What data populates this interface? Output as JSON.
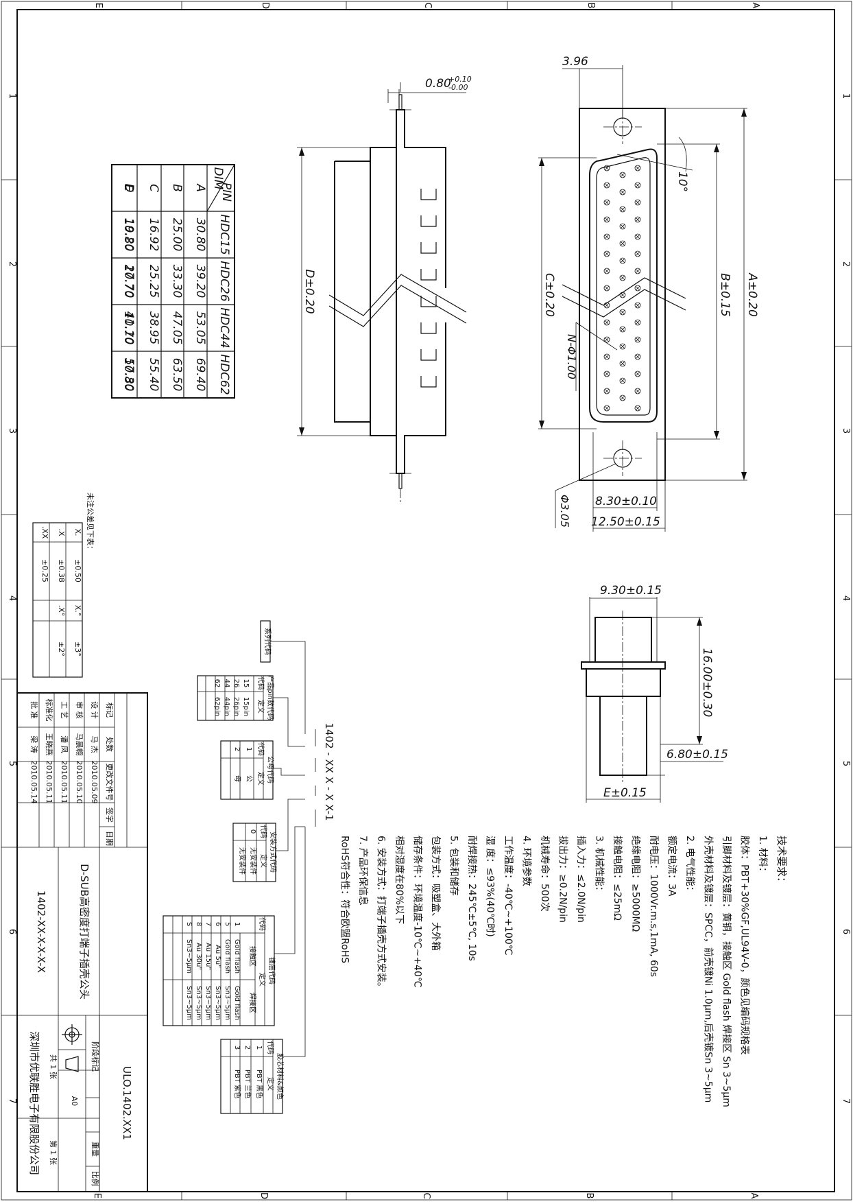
{
  "frame": {
    "zone_letters_top": [
      "E",
      "D",
      "C",
      "B",
      "A"
    ],
    "zone_letters_bottom": [
      "E",
      "D",
      "C",
      "B",
      "A"
    ],
    "zone_numbers": [
      "1",
      "2",
      "3",
      "4",
      "5",
      "6",
      "7"
    ]
  },
  "dim_table": {
    "corner_top": "PIN",
    "corner_bottom": "DIM",
    "headers": [
      "HDC15",
      "HDC26",
      "HDC44",
      "HDC62"
    ],
    "rows": [
      {
        "dim": "A",
        "values": [
          "30.80",
          "39.20",
          "53.05",
          "69.40"
        ]
      },
      {
        "dim": "B",
        "values": [
          "25.00",
          "33.30",
          "47.05",
          "63.50"
        ]
      },
      {
        "dim": "C",
        "values": [
          "16.92",
          "25.25",
          "38.95",
          "55.40"
        ]
      },
      {
        "dim": "D",
        "values": [
          "19.20",
          "27.70",
          "41.10",
          "57.30"
        ]
      },
      {
        "dim": "E",
        "values": [
          "10.80",
          "10.70",
          "10.70",
          "10.80"
        ]
      }
    ]
  },
  "dimensions": {
    "shell_thickness": "0.80",
    "shell_tol_plus": "+0.10",
    "shell_tol_minus": "-0.00",
    "d": "D±0.20",
    "c": "C±0.20",
    "b": "B±0.15",
    "a": "A±0.20",
    "pitch": "3.96",
    "angle": "10°",
    "pin_hole": "N-Φ1.00",
    "mount_hole": "Φ3.05",
    "center_8_30": "8.30±0.10",
    "width_12_50": "12.50±0.15",
    "side_9_30": "9.30±0.15",
    "side_16_00": "16.00±0.30",
    "side_6_80": "6.80±0.15",
    "side_e": "E±0.15"
  },
  "tolerance_table": {
    "title": "未注公差见下表：",
    "rows": [
      [
        "X.",
        "±0.50",
        "X.°",
        "±3°"
      ],
      [
        ".X",
        "±0.38",
        ".X°",
        "±2°"
      ],
      [
        ".XX",
        "±0.25",
        "",
        ""
      ]
    ]
  },
  "part_number": {
    "series_label": "系列代码",
    "code_prefix": "1402",
    "segments": [
      "XX",
      "X",
      "X",
      "X",
      "1"
    ],
    "full": "1402 - XX X - X X-1"
  },
  "pin_table": {
    "title": "产品pin数代码",
    "headers": [
      "代码",
      "定义"
    ],
    "rows": [
      [
        "15",
        "15pin"
      ],
      [
        "26",
        "26pin"
      ],
      [
        "44",
        "44pin"
      ],
      [
        "62",
        "62pin"
      ]
    ]
  },
  "gender_table": {
    "title": "公母代码",
    "headers": [
      "代码",
      "定义"
    ],
    "rows": [
      [
        "1",
        "公"
      ],
      [
        "2",
        "母"
      ]
    ]
  },
  "mount_table": {
    "title": "安装方式代码",
    "headers": [
      "代码",
      "定义"
    ],
    "rows": [
      [
        "0",
        "无安装件"
      ]
    ]
  },
  "plating_table": {
    "title": "镀层代码",
    "headers": [
      "代码",
      "定义"
    ],
    "subheaders": [
      "接触区",
      "焊接区"
    ],
    "rows": [
      [
        "1",
        "Gold flash",
        "Gold flash"
      ],
      [
        "5",
        "Gold flash",
        "Sn3~5μm"
      ],
      [
        "6",
        "Au 5u\"",
        "Sn3~5μm"
      ],
      [
        "7",
        "Au 15u\"",
        "Sn3~5μm"
      ],
      [
        "8",
        "Au 30u\"",
        "Sn3~5μm"
      ],
      [
        "S",
        "Sn3~5μm",
        "Sn3~5μm"
      ]
    ]
  },
  "material_table": {
    "title": "胶芯材料&颜色",
    "headers": [
      "代码",
      "定义"
    ],
    "rows": [
      [
        "1",
        "PBT 黑色"
      ],
      [
        "2",
        "PBT 兰色"
      ],
      [
        "3",
        "PBT 紫色"
      ]
    ]
  },
  "tech_req": {
    "title": "技术要求：",
    "lines": [
      "1. 材料：",
      "   胶体：PBT+30%GF,UL94V-0，颜色见编码规格表",
      "   引脚材料及镀层：黄铜，接触区 Gold flash 焊接区 Sn 3~5μm",
      "   外壳材料及镀层：SPCC，前壳镀Ni 1.0μm,后壳镀Sn 3~5μm",
      "2. 电气性能：",
      "   额定电流：3A",
      "   耐电压：1000Vr.m.s,1mA, 60s",
      "   绝缘电阻：≥5000MΩ",
      "   接触电阻：≤25mΩ",
      "3. 机械性能：",
      "   插入力：≤2.0N/pin",
      "   拔出力：≥0.2N/pin",
      "   机械寿命：500次",
      "4. 环境参数",
      "   工作温度：-40℃~+100℃",
      "   湿    度：≤93%(40℃时)",
      "   耐焊接热：245℃±5℃, 10s",
      "5. 包装和储存",
      "   包装方式：吸塑盒、大外箱",
      "   储存条件：环境温度-10℃~+40℃",
      "             相对湿度在80%以下",
      "6. 安装方式：打端子插壳方式安装。",
      "7. 产品环保信息",
      "   RoHS符合性：符合欧盟RoHS"
    ]
  },
  "title_block": {
    "col_labels": [
      "标记",
      "处数",
      "更改文件号",
      "签字",
      "日期"
    ],
    "rows": [
      [
        "设 计",
        "马 杰",
        "2010.05.09"
      ],
      [
        "审 核",
        "马晨翱",
        "2010.05.10"
      ],
      [
        "工 艺",
        "潘 凤",
        "2010.05.11"
      ],
      [
        "标准化",
        "王晓燕",
        "2010.05.11"
      ],
      [
        "批 准",
        "梁 涛",
        "2010.05.14"
      ]
    ],
    "drawing_name": "D-SUB高密度打端子插壳公头",
    "drawing_code": "1402-XX-X-X-X-X",
    "drawing_number": "ULO.1402.XX1",
    "stage_label": "阶段标记",
    "weight_label": "重量",
    "scale_label": "比例",
    "size": "A0",
    "sheets_total": "共 1 张",
    "sheet_no": "第 1 张",
    "company": "深圳市优联胜电子有限股份公司"
  }
}
